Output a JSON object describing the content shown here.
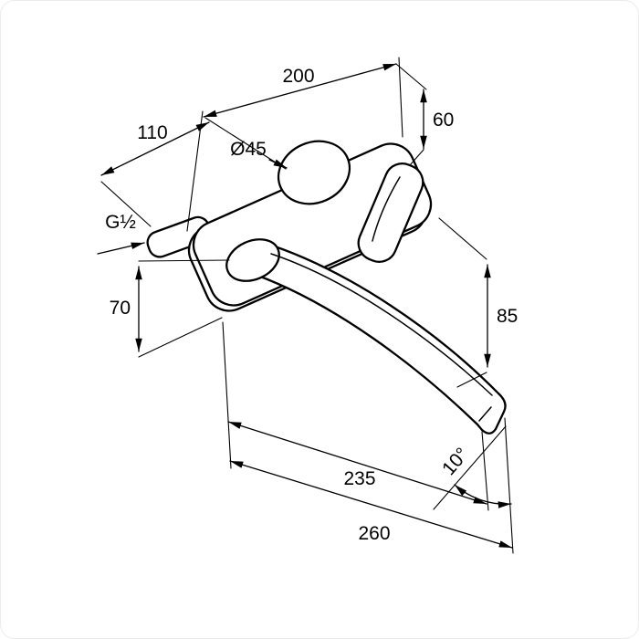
{
  "drawing": {
    "background_color": "#ffffff",
    "line_color": "#000000",
    "labels": {
      "plate_width": "200",
      "top_offset": "60",
      "left_offset": "110",
      "rosette_diameter": "Ø45",
      "connection_thread": "G½",
      "left_height": "70",
      "right_height": "85",
      "spout_reach": "235",
      "overall_reach": "260",
      "spout_angle": "10°"
    }
  }
}
